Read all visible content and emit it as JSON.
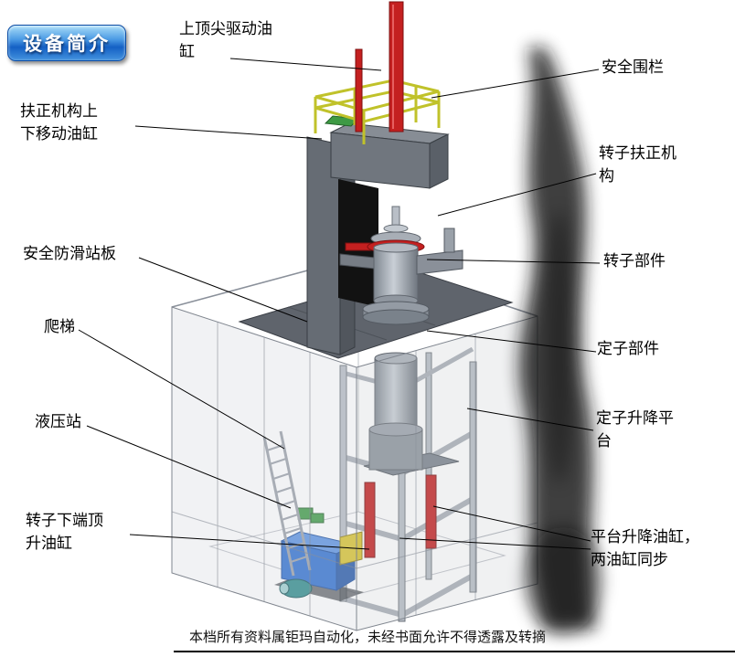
{
  "badge": {
    "label": "设备简介"
  },
  "labels": {
    "top_cylinder": "上顶尖驱动油\n缸",
    "safety_fence": "安全围栏",
    "centering_cylinder": "扶正机构上\n下移动油缸",
    "rotor_centering": "转子扶正机\n构",
    "anti_slip_plate": "安全防滑站板",
    "rotor_part": "转子部件",
    "ladder": "爬梯",
    "stator_part": "定子部件",
    "hydraulic_station": "液压站",
    "stator_lift_platform": "定子升降平\n台",
    "rotor_bottom_jack": "转子下端顶\n升油缸",
    "platform_lift_cylinders": "平台升降油缸，\n两油缸同步"
  },
  "footer": "本档所有资料属钜玛自动化，未经书面允许不得透露及转摘",
  "colors": {
    "cylinder_red": "#c42020",
    "railing_yellow": "#c0c22a",
    "tank_blue": "#2f6fd0",
    "valve_green": "#3e9a44",
    "motor_teal": "#2e8b8b",
    "plate_gray": "#5f646c"
  }
}
